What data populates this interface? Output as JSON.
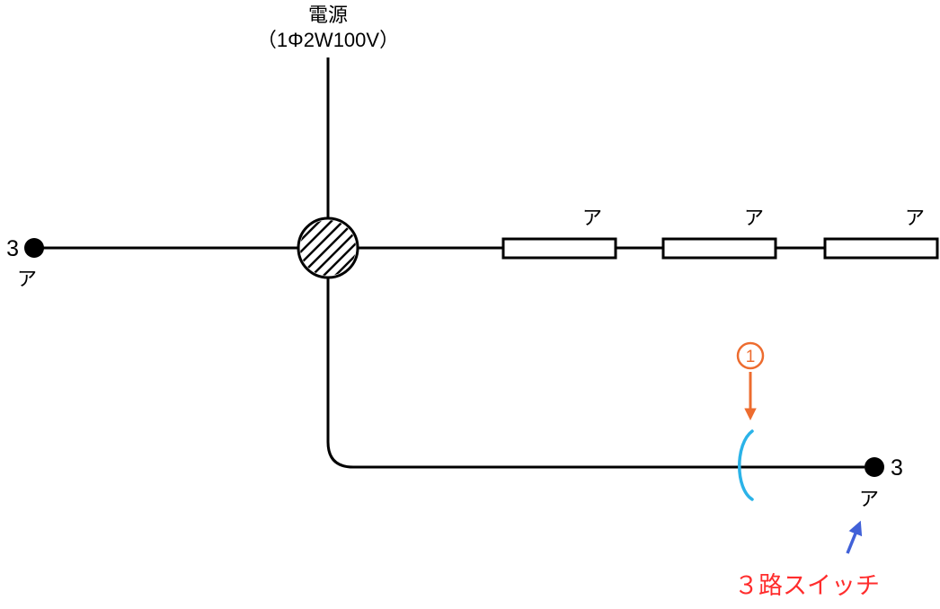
{
  "diagram": {
    "power_label": {
      "line1": "電源",
      "line2": "（1Φ2W100V）"
    },
    "left_switch": {
      "number": "3",
      "label": "ア"
    },
    "fixtures": [
      "ア",
      "ア",
      "ア"
    ],
    "right_switch": {
      "number": "3",
      "label": "ア"
    },
    "callout": {
      "number": "1",
      "label": "３路スイッチ"
    },
    "colors": {
      "line": "#000000",
      "orange": "#ed6c2f",
      "cyan": "#2bb3e8",
      "blue": "#4161d8",
      "red": "#ff2d2d"
    }
  }
}
